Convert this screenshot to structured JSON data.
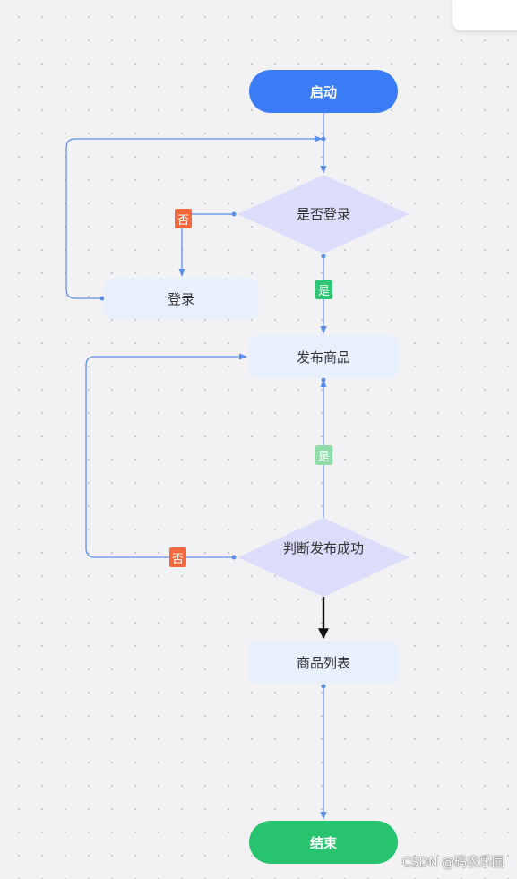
{
  "nodes": {
    "start": "启动",
    "check_login": "是否登录",
    "login": "登录",
    "publish": "发布商品",
    "check_publish": "判断发布成功",
    "product_list": "商品列表",
    "end": "结束"
  },
  "tags": {
    "login_no": "否",
    "login_yes": "是",
    "publish_yes": "是",
    "publish_no": "否"
  },
  "colors": {
    "start_fill": "#3a7df7",
    "end_fill": "#27c36f",
    "decision_fill": "#dcdcfb",
    "process_fill": "#e8f0fe",
    "edge": "#5a8ff0",
    "no_tag": "#f5683b",
    "yes_tag": "#31c675"
  },
  "watermark": "CSDN @码农乐园"
}
